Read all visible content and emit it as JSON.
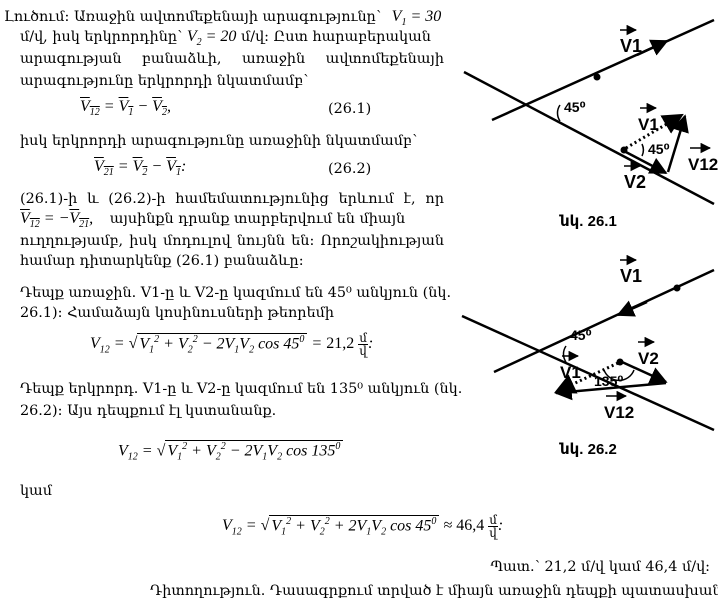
{
  "solution_label": "Լուծում:",
  "intro_lines": [
    "Առաջին ավտոմեքենայի արագությունը՝",
    "մ/վ, իսկ երկրորդինը՝",
    "արագության բանաձևի, առաջին ավտոմեքենայի",
    "արագությունը երկրորդի նկատմամբ՝"
  ],
  "v1_expr": "V1 = 30",
  "v2_expr": "V2 = 20 մ/վ: Ըստ հարաբերական",
  "eq1": {
    "lhs": "V12",
    "rhs_a": "V1",
    "rhs_b": "V2",
    "num": "(26.1)"
  },
  "mid_line1": "իսկ երկրորդի արագությունը առաջինի նկատմամբ՝",
  "eq2": {
    "lhs": "V21",
    "rhs_a": "V2",
    "rhs_b": "V1",
    "num": "(26.2)"
  },
  "comp_lines": [
    "(26.1)-ի և (26.2)-ի համեմատությունից երևում է, որ",
    "այսինքն դրանք տարբերվում են միայն",
    "ուղղությամբ, իսկ մոդուլով նույնն են: Որոշակիության",
    "համար դիտարկենք (26.1) բանաձևը:"
  ],
  "case1_lines": [
    "Դեպք առաջին.  V1-ը և V2-ը կազմում են 45⁰ անկյուն (նկ.",
    "26.1): Համաձայն կոսինուսների թեորեմի"
  ],
  "formula1": {
    "result": "21,2",
    "unit_num": "մ",
    "unit_den": "վ"
  },
  "case2_lines": [
    "Դեպք երկրորդ.  V1-ը և V2-ը կազմում են 135⁰ անկյուն (նկ.",
    "26.2): Այս դեպքում էլ կստանանք."
  ],
  "or_label": "կամ",
  "formula3": {
    "result": "46,4",
    "unit_num": "մ",
    "unit_den": "վ"
  },
  "answer": "Պատ.՝ 21,2 մ/վ կամ 46,4 մ/վ:",
  "note": "Դիտողություն. Դասագրքում տրված է միայն առաջին դեպքի պատասխանը:",
  "fig1": {
    "caption": "նկ. 26.1",
    "angle_top": "45⁰",
    "angle_bottom": "45⁰",
    "v1": "V1",
    "v2": "V2",
    "v12": "V12"
  },
  "fig2": {
    "caption": "նկ. 26.2",
    "angle_top": "45⁰",
    "angle_bottom": "135⁰",
    "v1": "V1",
    "v2": "V2",
    "v12": "V12"
  }
}
